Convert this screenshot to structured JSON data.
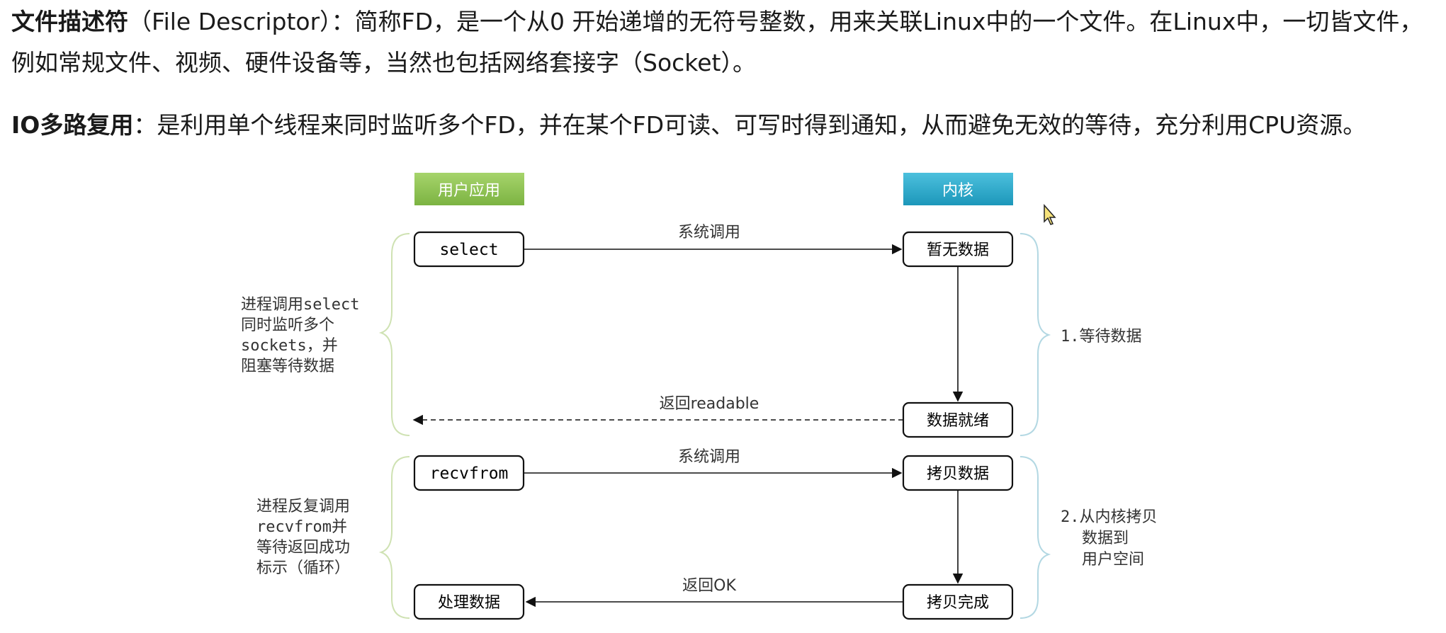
{
  "intro": {
    "p1_bold": "文件描述符",
    "p1_rest": "（File Descriptor）：简称FD，是一个从0 开始递增的无符号整数，用来关联Linux中的一个文件。在Linux中，一切皆文件，例如常规文件、视频、硬件设备等，当然也包括网络套接字（Socket）。",
    "p2_bold": "IO多路复用",
    "p2_rest": "：是利用单个线程来同时监听多个FD，并在某个FD可读、可写时得到通知，从而避免无效的等待，充分利用CPU资源。"
  },
  "diagram": {
    "header_user": "用户应用",
    "header_kernel": "内核",
    "colors": {
      "user_header": "#8bc34a",
      "kernel_header": "#26a7c9",
      "brace": "#cfe2b3",
      "brace_right": "#b3d8e3"
    },
    "user_boxes": {
      "select": "select",
      "recvfrom": "recvfrom",
      "process": "处理数据"
    },
    "kernel_boxes": {
      "no_data": "暂无数据",
      "data_ready": "数据就绪",
      "copy_data": "拷贝数据",
      "copy_done": "拷贝完成"
    },
    "arrows": {
      "syscall1": "系统调用",
      "return_readable": "返回readable",
      "syscall2": "系统调用",
      "return_ok": "返回OK"
    },
    "left_notes": {
      "phase1": [
        "进程调用select",
        "同时监听多个",
        "sockets，并",
        "阻塞等待数据"
      ],
      "phase2": [
        "进程反复调用",
        "recvfrom并",
        "等待返回成功",
        "标示（循环）"
      ]
    },
    "right_notes": {
      "phase1": [
        "1.等待数据"
      ],
      "phase2": [
        "2.从内核拷贝",
        "数据到",
        "用户空间"
      ]
    }
  }
}
